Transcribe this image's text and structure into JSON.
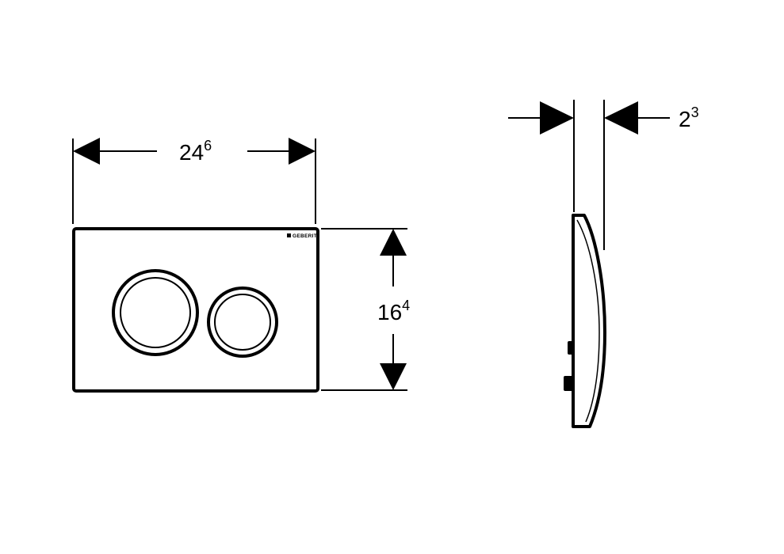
{
  "dimensions": {
    "width": {
      "base": "24",
      "sup": "6"
    },
    "height": {
      "base": "16",
      "sup": "4"
    },
    "depth": {
      "base": "2",
      "sup": "3"
    }
  },
  "plate": {
    "brand": "GEBERIT"
  },
  "colors": {
    "line": "#000000",
    "background": "#ffffff"
  }
}
